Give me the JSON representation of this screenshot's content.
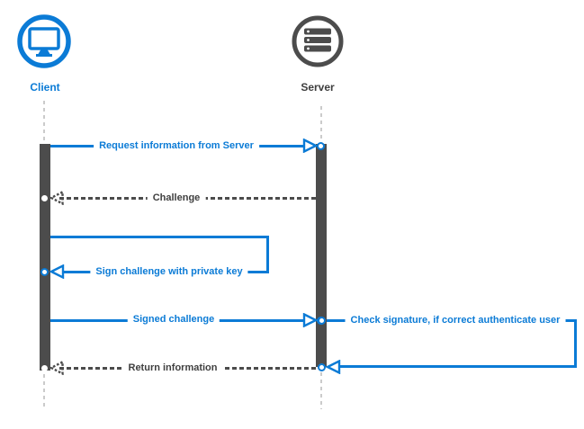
{
  "diagram": {
    "type": "sequence-diagram",
    "actors": [
      {
        "label": "Client",
        "icon": "monitor-icon",
        "color": "#0B7BD6"
      },
      {
        "label": "Server",
        "icon": "server-stack-icon",
        "color": "#4C4C4C"
      }
    ],
    "messages": [
      {
        "label": "Request information from Server",
        "from": "Client",
        "to": "Server",
        "line": "solid",
        "color": "#0B7BD6"
      },
      {
        "label": "Challenge",
        "from": "Server",
        "to": "Client",
        "line": "dashed",
        "color": "#3F3F3F"
      },
      {
        "label": "Sign challenge with private key",
        "from": "Client",
        "to": "Client",
        "line": "solid",
        "color": "#0B7BD6",
        "self_message": true
      },
      {
        "label": "Signed challenge",
        "from": "Client",
        "to": "Server",
        "line": "solid",
        "color": "#0B7BD6"
      },
      {
        "label": "Check signature, if correct authenticate user",
        "from": "Server",
        "to": "Server",
        "line": "solid",
        "color": "#0B7BD6",
        "self_message": true
      },
      {
        "label": "Return information",
        "from": "Server",
        "to": "Client",
        "line": "dashed",
        "color": "#3F3F3F"
      }
    ],
    "colors": {
      "accent": "#0B7BD6",
      "dark": "#4C4C4C",
      "lifeline": "#CBCBCB"
    }
  }
}
